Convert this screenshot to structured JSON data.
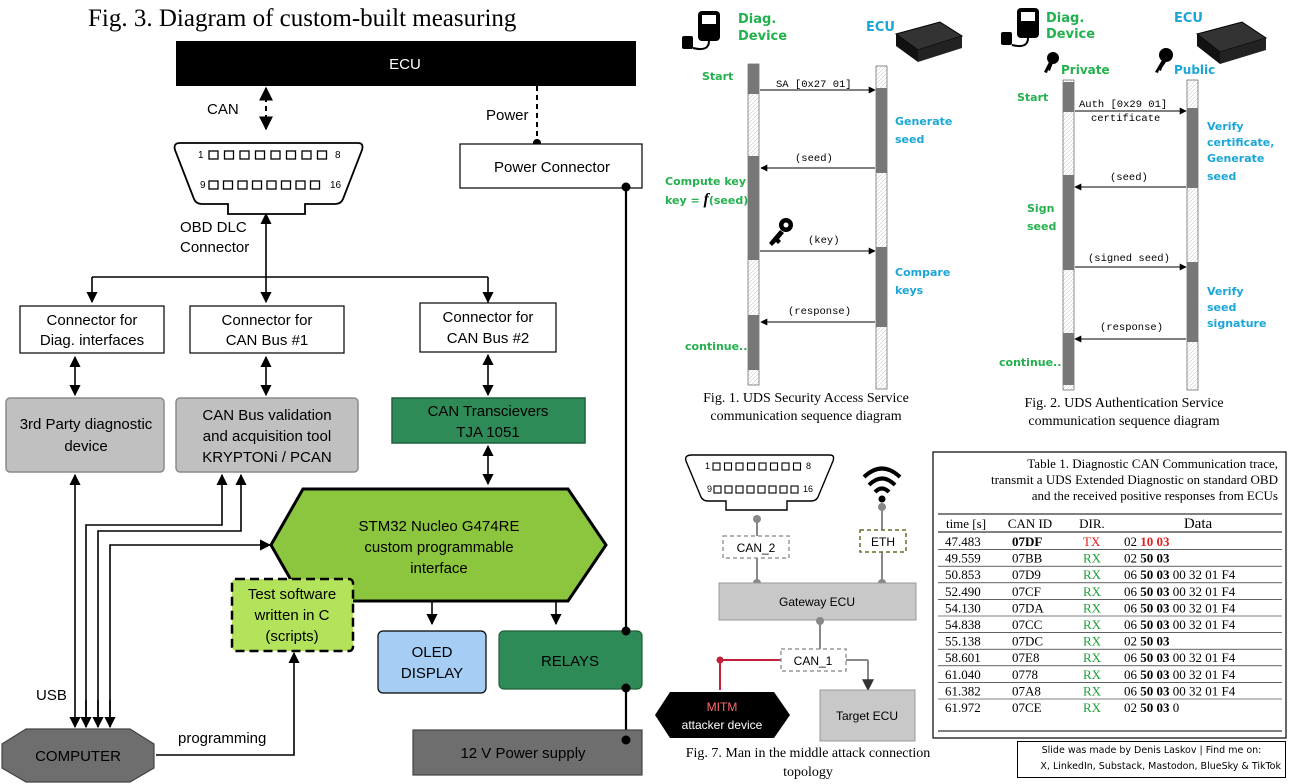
{
  "main_figure": {
    "title": "Fig. 3. Diagram of custom-built measuring",
    "ecu": "ECU",
    "can_label": "CAN",
    "power_label": "Power",
    "power_connector": "Power Connector",
    "obd_pins_top": "1",
    "obd_pins_top_end": "8",
    "obd_pins_bottom": "9",
    "obd_pins_bottom_end": "16",
    "obd_label_line1": "OBD DLC",
    "obd_label_line2": "Connector",
    "conn_diag_line1": "Connector for",
    "conn_diag_line2": "Diag. interfaces",
    "conn_can1_line1": "Connector for",
    "conn_can1_line2": "CAN Bus #1",
    "conn_can2_line1": "Connector for",
    "conn_can2_line2": "CAN Bus #2",
    "third_party_line1": "3rd Party diagnostic",
    "third_party_line2": "device",
    "canbus_tool_line1": "CAN Bus validation",
    "canbus_tool_line2": "and acquisition tool",
    "canbus_tool_line3": "KRYPTONi / PCAN",
    "transceivers_line1": "CAN Transcievers",
    "transceivers_line2": "TJA 1051",
    "stm_line1": "STM32 Nucleo G474RE",
    "stm_line2": "custom programmable",
    "stm_line3": "interface",
    "test_sw_line1": "Test software",
    "test_sw_line2": "written in C",
    "test_sw_line3": "(scripts)",
    "oled_line1": "OLED",
    "oled_line2": "DISPLAY",
    "relays": "RELAYS",
    "usb_label": "USB",
    "computer": "COMPUTER",
    "programming_label": "programming",
    "power_supply": "12 V Power supply"
  },
  "fig1": {
    "diag_line1": "Diag.",
    "diag_line2": "Device",
    "ecu": "ECU",
    "start": "Start",
    "msg_sa": "SA [0x27 01]",
    "generate_line1": "Generate",
    "generate_line2": "seed",
    "msg_seed": "(seed)",
    "compute_line1": "Compute key",
    "compute_line2_prefix": "key = ",
    "compute_line2_f": "f",
    "compute_line2_suffix": "(seed)",
    "msg_key": "(key)",
    "compare_line1": "Compare",
    "compare_line2": "keys",
    "msg_response": "(response)",
    "continue": "continue..",
    "caption_line1": "Fig. 1. UDS Security Access Service",
    "caption_line2": "communication sequence diagram"
  },
  "fig2": {
    "diag_line1": "Diag.",
    "diag_line2": "Device",
    "ecu": "ECU",
    "private": "Private",
    "public": "Public",
    "start": "Start",
    "msg_auth": "Auth [0x29 01]",
    "msg_cert": "certificate",
    "verify_line1": "Verify",
    "verify_line2": "certificate,",
    "verify_line3": "Generate",
    "verify_line4": "seed",
    "msg_seed": "(seed)",
    "sign_line1": "Sign",
    "sign_line2": "seed",
    "msg_signed": "(signed seed)",
    "verify2_line1": "Verify",
    "verify2_line2": "seed",
    "verify2_line3": "signature",
    "msg_response": "(response)",
    "continue": "continue..",
    "caption_line1": "Fig. 2. UDS Authentication Service",
    "caption_line2": "communication sequence diagram"
  },
  "fig7": {
    "obd_pin_top": "1",
    "obd_pin_top_end": "8",
    "obd_pin_bottom": "9",
    "obd_pin_bottom_end": "16",
    "can2": "CAN_2",
    "eth": "ETH",
    "gateway": "Gateway ECU",
    "can1": "CAN_1",
    "mitm_line1": "MITM",
    "mitm_line2": "attacker device",
    "target": "Target ECU",
    "caption_line1": "Fig. 7. Man in the middle attack connection",
    "caption_line2": "topology"
  },
  "table1": {
    "title_line1": "Table 1. Diagnostic CAN Communication trace,",
    "title_line2": "transmit a UDS Extended Diagnostic on standard OBD",
    "title_line3": "and the received positive responses from ECUs",
    "headers": [
      "time [s]",
      "CAN ID",
      "DIR.",
      "Data"
    ],
    "rows": [
      {
        "time": "47.483",
        "id": "07DF",
        "dir": "TX",
        "d1": "02 ",
        "d2": "10 03",
        "d3": ""
      },
      {
        "time": "49.559",
        "id": "07BB",
        "dir": "RX",
        "d1": "02 ",
        "d2": "50 03",
        "d3": ""
      },
      {
        "time": "50.853",
        "id": "07D9",
        "dir": "RX",
        "d1": "06 ",
        "d2": "50 03",
        "d3": " 00 32 01 F4"
      },
      {
        "time": "52.490",
        "id": "07CF",
        "dir": "RX",
        "d1": "06 ",
        "d2": "50 03",
        "d3": " 00 32 01 F4"
      },
      {
        "time": "54.130",
        "id": "07DA",
        "dir": "RX",
        "d1": "06 ",
        "d2": "50 03",
        "d3": " 00 32 01 F4"
      },
      {
        "time": "54.838",
        "id": "07CC",
        "dir": "RX",
        "d1": "06 ",
        "d2": "50 03",
        "d3": " 00 32 01 F4"
      },
      {
        "time": "55.138",
        "id": "07DC",
        "dir": "RX",
        "d1": "02 ",
        "d2": "50 03",
        "d3": ""
      },
      {
        "time": "58.601",
        "id": "07E8",
        "dir": "RX",
        "d1": "06 ",
        "d2": "50 03",
        "d3": " 00 32 01 F4"
      },
      {
        "time": "61.040",
        "id": "0778",
        "dir": "RX",
        "d1": "06 ",
        "d2": "50 03",
        "d3": " 00 32 01 F4"
      },
      {
        "time": "61.382",
        "id": "07A8",
        "dir": "RX",
        "d1": "06 ",
        "d2": "50 03",
        "d3": " 00 32 01 F4"
      },
      {
        "time": "61.972",
        "id": "07CE",
        "dir": "RX",
        "d1": "02 ",
        "d2": "50 03",
        "d3": " 0"
      }
    ]
  },
  "credit": {
    "line1": "Slide was made by Denis Laskov | Find me on:",
    "line2": "X, LinkedIn, Substack, Mastodon, BlueSky & TikTok"
  },
  "colors": {
    "green_label": "#23b14d",
    "blue_label": "#1aa6d6",
    "stm_green": "#8cc63f",
    "dark_green": "#2e8b57",
    "oled_blue": "#a6cef5",
    "gray_box": "#c0c0c0",
    "dark_gray_box": "#6e6e6e",
    "tx_red": "#e02020",
    "rx_green": "#1f9e3a"
  }
}
